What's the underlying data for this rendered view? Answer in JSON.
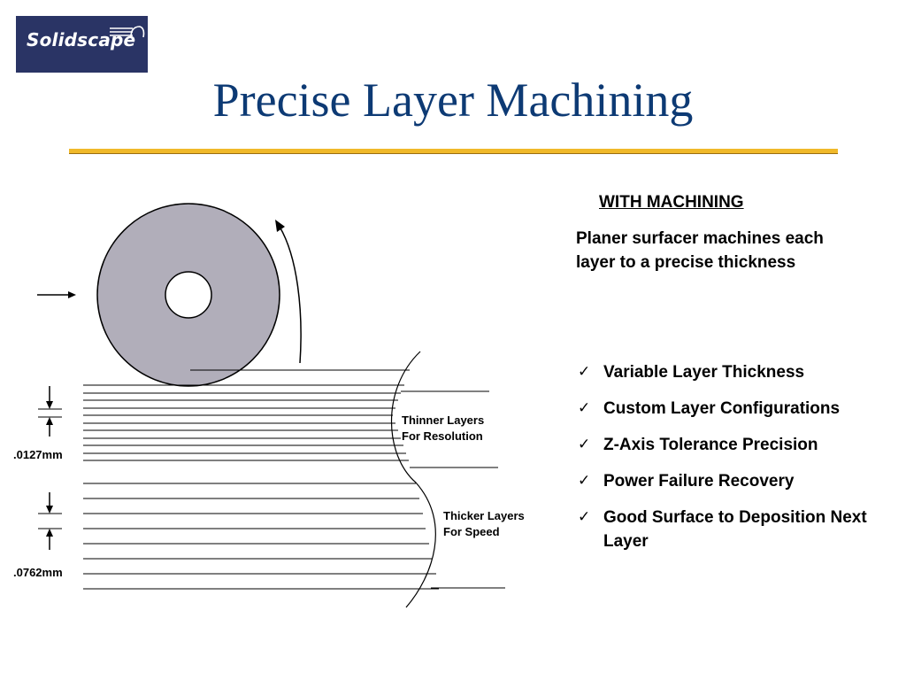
{
  "logo": {
    "text": "Solidscape"
  },
  "title": "Precise Layer Machining",
  "diagram": {
    "thin_dimension": ".0127mm",
    "thick_dimension": ".0762mm",
    "thin_label_line1": "Thinner Layers",
    "thin_label_line2": "For Resolution",
    "thick_label_line1": "Thicker Layers",
    "thick_label_line2": "For Speed"
  },
  "panel": {
    "heading": "WITH MACHINING",
    "description": "Planer surfacer machines each layer to a precise thickness",
    "features": [
      "Variable Layer Thickness",
      "Custom Layer Configurations",
      "Z-Axis Tolerance Precision",
      "Power Failure Recovery",
      "Good Surface to Deposition Next Layer"
    ]
  },
  "colors": {
    "title": "#0d3a74",
    "logo_bg": "#2a3465",
    "rule": "#f0b92a",
    "cutter": "#b1aeba"
  },
  "icons": {
    "check": "check-mark-icon"
  }
}
